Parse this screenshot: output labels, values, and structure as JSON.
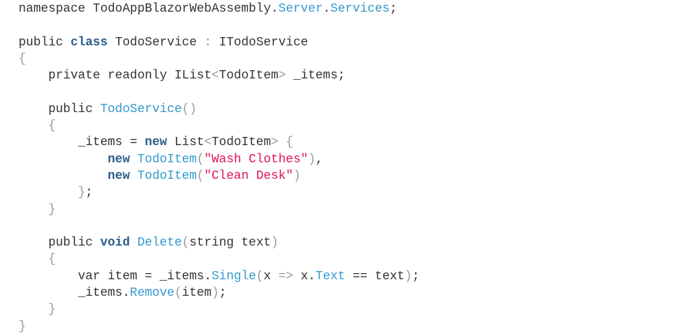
{
  "colors": {
    "plain": "#333333",
    "punctuation": "#999999",
    "keyword": "#2b5d8c",
    "identifier": "#3399cc",
    "string": "#e0115f"
  },
  "code_lines": [
    [
      [
        "namespace TodoAppBlazorWebAssembly.",
        "p"
      ],
      [
        "Server",
        "f"
      ],
      [
        ".",
        "p"
      ],
      [
        "Services",
        "f"
      ],
      [
        ";",
        "p"
      ]
    ],
    [],
    [
      [
        "public ",
        "p"
      ],
      [
        "class",
        "k"
      ],
      [
        " TodoService ",
        "p"
      ],
      [
        ":",
        "g"
      ],
      [
        " ITodoService",
        "p"
      ]
    ],
    [
      [
        "{",
        "g"
      ]
    ],
    [
      [
        "    private readonly IList",
        "p"
      ],
      [
        "<",
        "g"
      ],
      [
        "TodoItem",
        "p"
      ],
      [
        ">",
        "g"
      ],
      [
        " _items;",
        "p"
      ]
    ],
    [],
    [
      [
        "    public ",
        "p"
      ],
      [
        "TodoService",
        "f"
      ],
      [
        "()",
        "g"
      ]
    ],
    [
      [
        "    {",
        "g"
      ]
    ],
    [
      [
        "        _items = ",
        "p"
      ],
      [
        "new",
        "k"
      ],
      [
        " List",
        "p"
      ],
      [
        "<",
        "g"
      ],
      [
        "TodoItem",
        "p"
      ],
      [
        ">",
        "g"
      ],
      [
        " ",
        "p"
      ],
      [
        "{",
        "g"
      ]
    ],
    [
      [
        "            ",
        "p"
      ],
      [
        "new",
        "k"
      ],
      [
        " ",
        "p"
      ],
      [
        "TodoItem",
        "f"
      ],
      [
        "(",
        "g"
      ],
      [
        "\"Wash Clothes\"",
        "s"
      ],
      [
        ")",
        "g"
      ],
      [
        ",",
        "p"
      ]
    ],
    [
      [
        "            ",
        "p"
      ],
      [
        "new",
        "k"
      ],
      [
        " ",
        "p"
      ],
      [
        "TodoItem",
        "f"
      ],
      [
        "(",
        "g"
      ],
      [
        "\"Clean Desk\"",
        "s"
      ],
      [
        ")",
        "g"
      ]
    ],
    [
      [
        "        }",
        "g"
      ],
      [
        ";",
        "p"
      ]
    ],
    [
      [
        "    }",
        "g"
      ]
    ],
    [],
    [
      [
        "    public ",
        "p"
      ],
      [
        "void",
        "k"
      ],
      [
        " ",
        "p"
      ],
      [
        "Delete",
        "f"
      ],
      [
        "(",
        "g"
      ],
      [
        "string text",
        "p"
      ],
      [
        ")",
        "g"
      ]
    ],
    [
      [
        "    {",
        "g"
      ]
    ],
    [
      [
        "        var item = _items.",
        "p"
      ],
      [
        "Single",
        "f"
      ],
      [
        "(",
        "g"
      ],
      [
        "x ",
        "p"
      ],
      [
        "=>",
        "g"
      ],
      [
        " x.",
        "p"
      ],
      [
        "Text",
        "f"
      ],
      [
        " == text",
        "p"
      ],
      [
        ")",
        "g"
      ],
      [
        ";",
        "p"
      ]
    ],
    [
      [
        "        _items.",
        "p"
      ],
      [
        "Remove",
        "f"
      ],
      [
        "(",
        "g"
      ],
      [
        "item",
        "p"
      ],
      [
        ")",
        "g"
      ],
      [
        ";",
        "p"
      ]
    ],
    [
      [
        "    }",
        "g"
      ]
    ],
    [
      [
        "}",
        "g"
      ]
    ]
  ]
}
